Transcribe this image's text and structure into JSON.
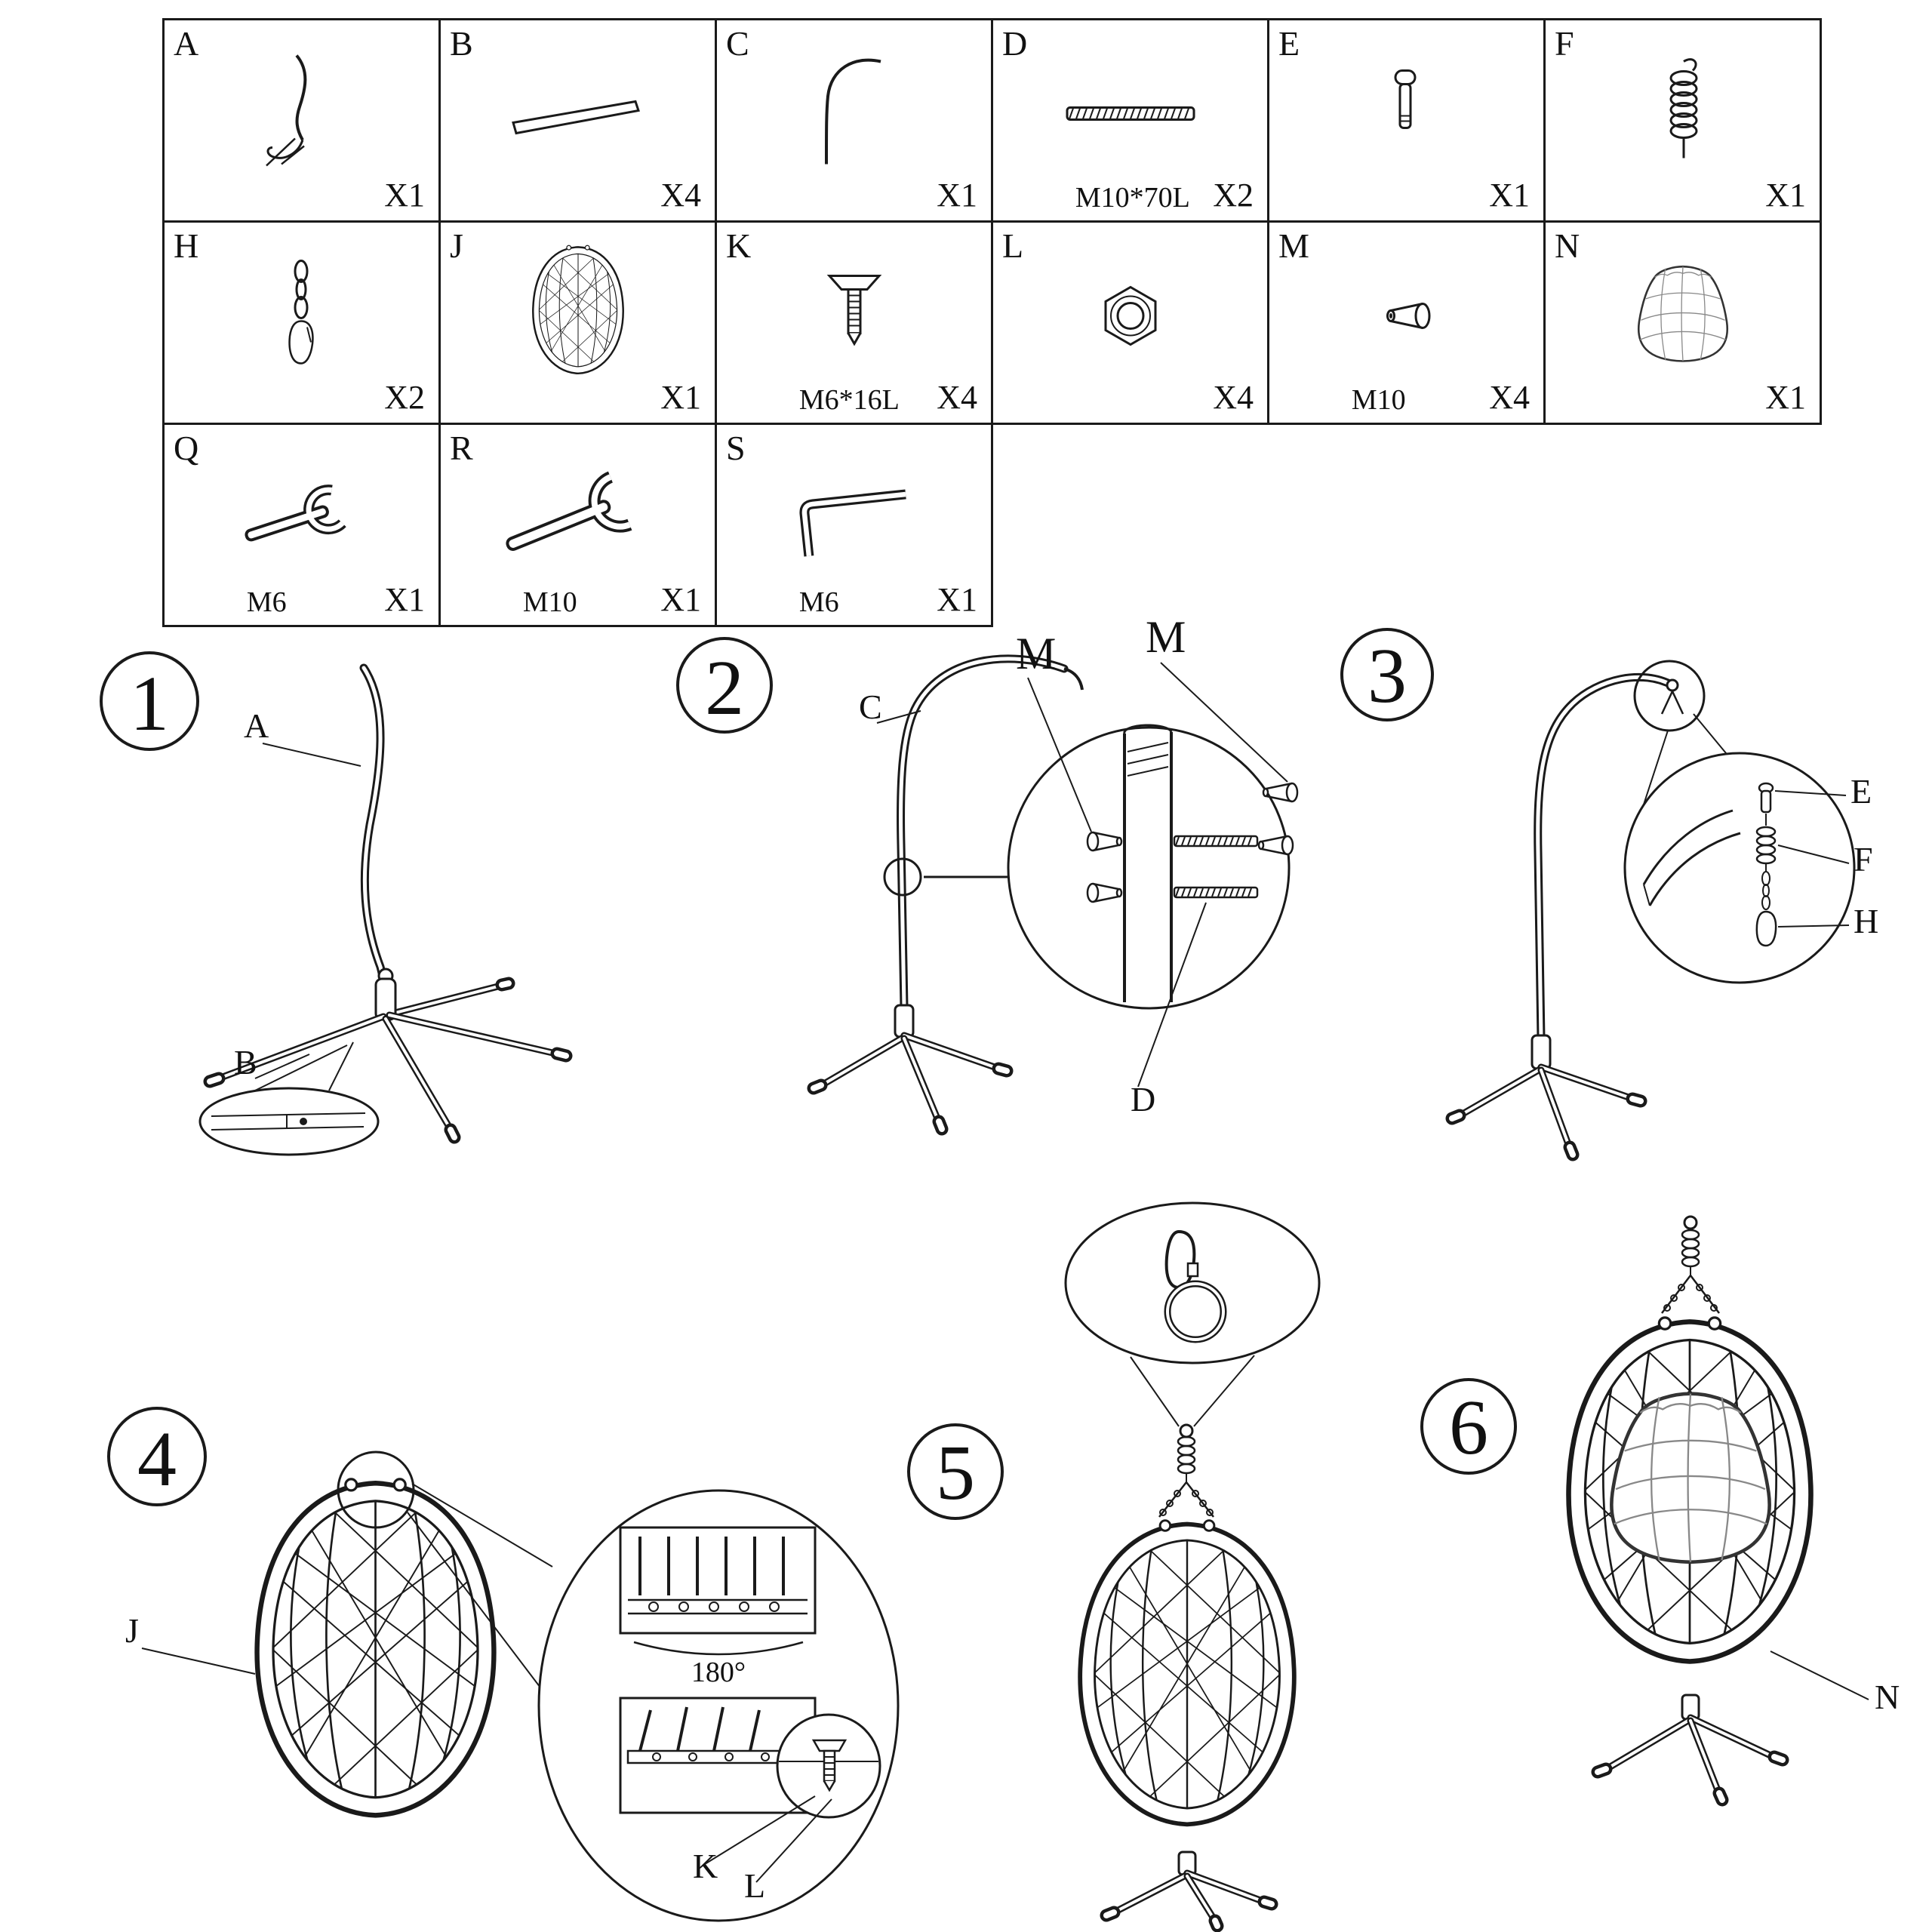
{
  "parts": {
    "A": {
      "id": "A",
      "qty": "X1",
      "icon": "hook-pole"
    },
    "B": {
      "id": "B",
      "qty": "X4",
      "icon": "crossbar"
    },
    "C": {
      "id": "C",
      "qty": "X1",
      "icon": "curved-pole"
    },
    "D": {
      "id": "D",
      "qty": "X2",
      "spec": "M10*70L",
      "icon": "threaded-rod"
    },
    "E": {
      "id": "E",
      "qty": "X1",
      "icon": "pin-bolt"
    },
    "F": {
      "id": "F",
      "qty": "X1",
      "icon": "spring"
    },
    "H": {
      "id": "H",
      "qty": "X2",
      "icon": "chain"
    },
    "J": {
      "id": "J",
      "qty": "X1",
      "icon": "egg-basket"
    },
    "K": {
      "id": "K",
      "qty": "X4",
      "spec": "M6*16L",
      "icon": "flat-screw"
    },
    "L": {
      "id": "L",
      "qty": "X4",
      "icon": "hex-nut"
    },
    "M": {
      "id": "M",
      "qty": "X4",
      "spec": "M10",
      "icon": "cone-nut"
    },
    "N": {
      "id": "N",
      "qty": "X1",
      "icon": "cushion"
    },
    "Q": {
      "id": "Q",
      "qty": "X1",
      "spec": "M6",
      "icon": "wrench-small"
    },
    "R": {
      "id": "R",
      "qty": "X1",
      "spec": "M10",
      "icon": "wrench-large"
    },
    "S": {
      "id": "S",
      "qty": "X1",
      "spec": "M6",
      "icon": "allen-key"
    }
  },
  "steps": {
    "s1": {
      "number": "1",
      "label_a": "A",
      "label_b": "B"
    },
    "s2": {
      "number": "2",
      "label_c": "C",
      "label_m1": "M",
      "label_m2": "M",
      "label_d": "D"
    },
    "s3": {
      "number": "3",
      "label_e": "E",
      "label_f": "F",
      "label_h": "H"
    },
    "s4": {
      "number": "4",
      "label_j": "J",
      "label_k": "K",
      "label_l": "L",
      "angle": "180°"
    },
    "s5": {
      "number": "5"
    },
    "s6": {
      "number": "6",
      "label_n": "N"
    }
  }
}
